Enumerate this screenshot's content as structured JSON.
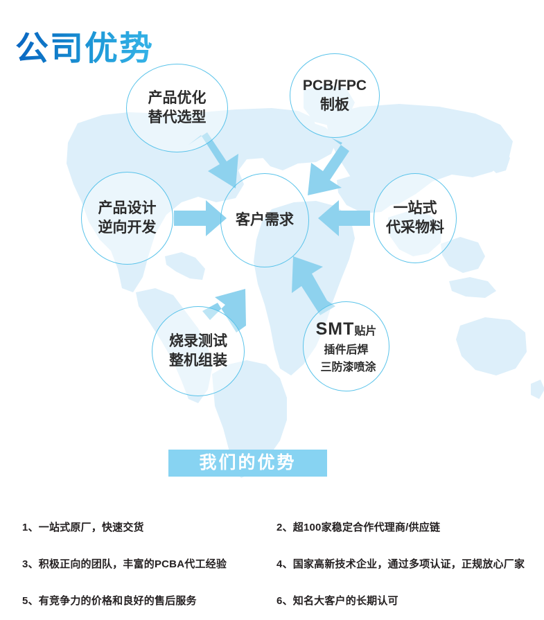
{
  "page": {
    "title": "公司优势",
    "title_gradient_from": "#0a66c2",
    "title_gradient_to": "#37b5e8"
  },
  "theme": {
    "circle_border": "#59c3ea",
    "arrow_fill": "#8ed2ee",
    "map_land": "#ddeffa",
    "banner_bg": "#87d3f2",
    "banner_text": "#ffffff",
    "body_text": "#231f20"
  },
  "diagram": {
    "background_icon": "world-map-icon",
    "center": {
      "id": "customer-need",
      "lines": [
        "客户需求"
      ]
    },
    "nodes": [
      {
        "id": "product-optimization",
        "lines": [
          "产品优化",
          "替代选型"
        ]
      },
      {
        "id": "pcb-fpc",
        "lines": [
          "PCB/FPC",
          "制板"
        ]
      },
      {
        "id": "product-design",
        "lines": [
          "产品设计",
          "逆向开发"
        ]
      },
      {
        "id": "one-stop-sourcing",
        "lines": [
          "一站式",
          "代采物料"
        ]
      },
      {
        "id": "burn-test-assembly",
        "lines": [
          "烧录测试",
          "整机组装"
        ]
      },
      {
        "id": "smt",
        "lines": [
          "SMT",
          "贴片",
          "插件后焊",
          "三防漆喷涂"
        ]
      }
    ],
    "arrows": [
      {
        "id": "arrow-optimization-to-center",
        "from": "product-optimization",
        "to": "customer-need"
      },
      {
        "id": "arrow-pcb-to-center",
        "from": "pcb-fpc",
        "to": "customer-need"
      },
      {
        "id": "arrow-design-to-center",
        "from": "product-design",
        "to": "customer-need"
      },
      {
        "id": "arrow-onestop-to-center",
        "from": "one-stop-sourcing",
        "to": "customer-need"
      },
      {
        "id": "arrow-burn-to-center",
        "from": "burn-test-assembly",
        "to": "customer-need"
      },
      {
        "id": "arrow-smt-to-center",
        "from": "smt",
        "to": "customer-need"
      }
    ]
  },
  "banner": {
    "label": "我们的优势"
  },
  "advantages": [
    "1、一站式原厂，快速交货",
    "2、超100家稳定合作代理商/供应链",
    "3、积极正向的团队，丰富的PCBA代工经验",
    "4、国家高新技术企业，通过多项认证，正规放心厂家",
    "5、有竞争力的价格和良好的售后服务",
    "6、知名大客户的长期认可"
  ]
}
